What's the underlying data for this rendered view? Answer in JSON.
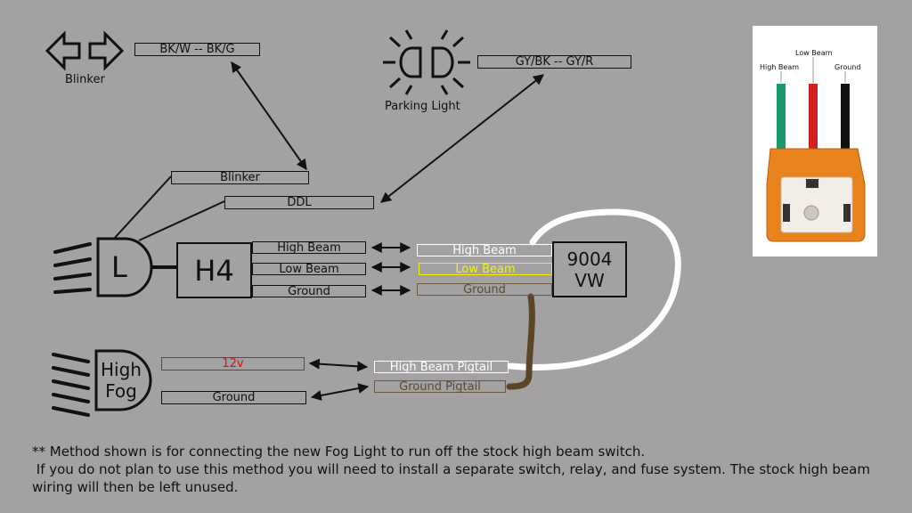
{
  "blinker": {
    "icon_label": "Blinker",
    "wire_label": "BK/W -- BK/G"
  },
  "parking": {
    "icon_label": "Parking Light",
    "wire_label": "GY/BK -- GY/R"
  },
  "headlight": {
    "letter": "L",
    "connector": "H4",
    "blinker_wire": "Blinker",
    "ddl_wire": "DDL",
    "pins": [
      "High Beam",
      "Low Beam",
      "Ground"
    ]
  },
  "fog_connector": {
    "name": "9004\nVW",
    "pins": [
      "High Beam",
      "Low Beam",
      "Ground"
    ],
    "colors": {
      "high": "#ffffff",
      "low": "#f2f200",
      "ground": "#6b5a3f"
    }
  },
  "fog": {
    "label": "High\nFog",
    "wire_12v": "12v",
    "wire_ground": "Ground",
    "pigtail_high": "High Beam Pigtail",
    "pigtail_ground": "Ground Pigtail"
  },
  "connector_photo": {
    "labels": [
      "High Beam",
      "Low Beam",
      "Ground"
    ],
    "wire_colors": [
      "#1a9b6c",
      "#d21f1f",
      "#111111"
    ],
    "housing_color": "#e8821c"
  },
  "note": "** Method shown is for connecting the new Fog Light to run off the stock high beam switch.\n If you do not plan to use this method you will need to install a separate switch, relay, and fuse system. The stock high beam wiring will then be left unused."
}
